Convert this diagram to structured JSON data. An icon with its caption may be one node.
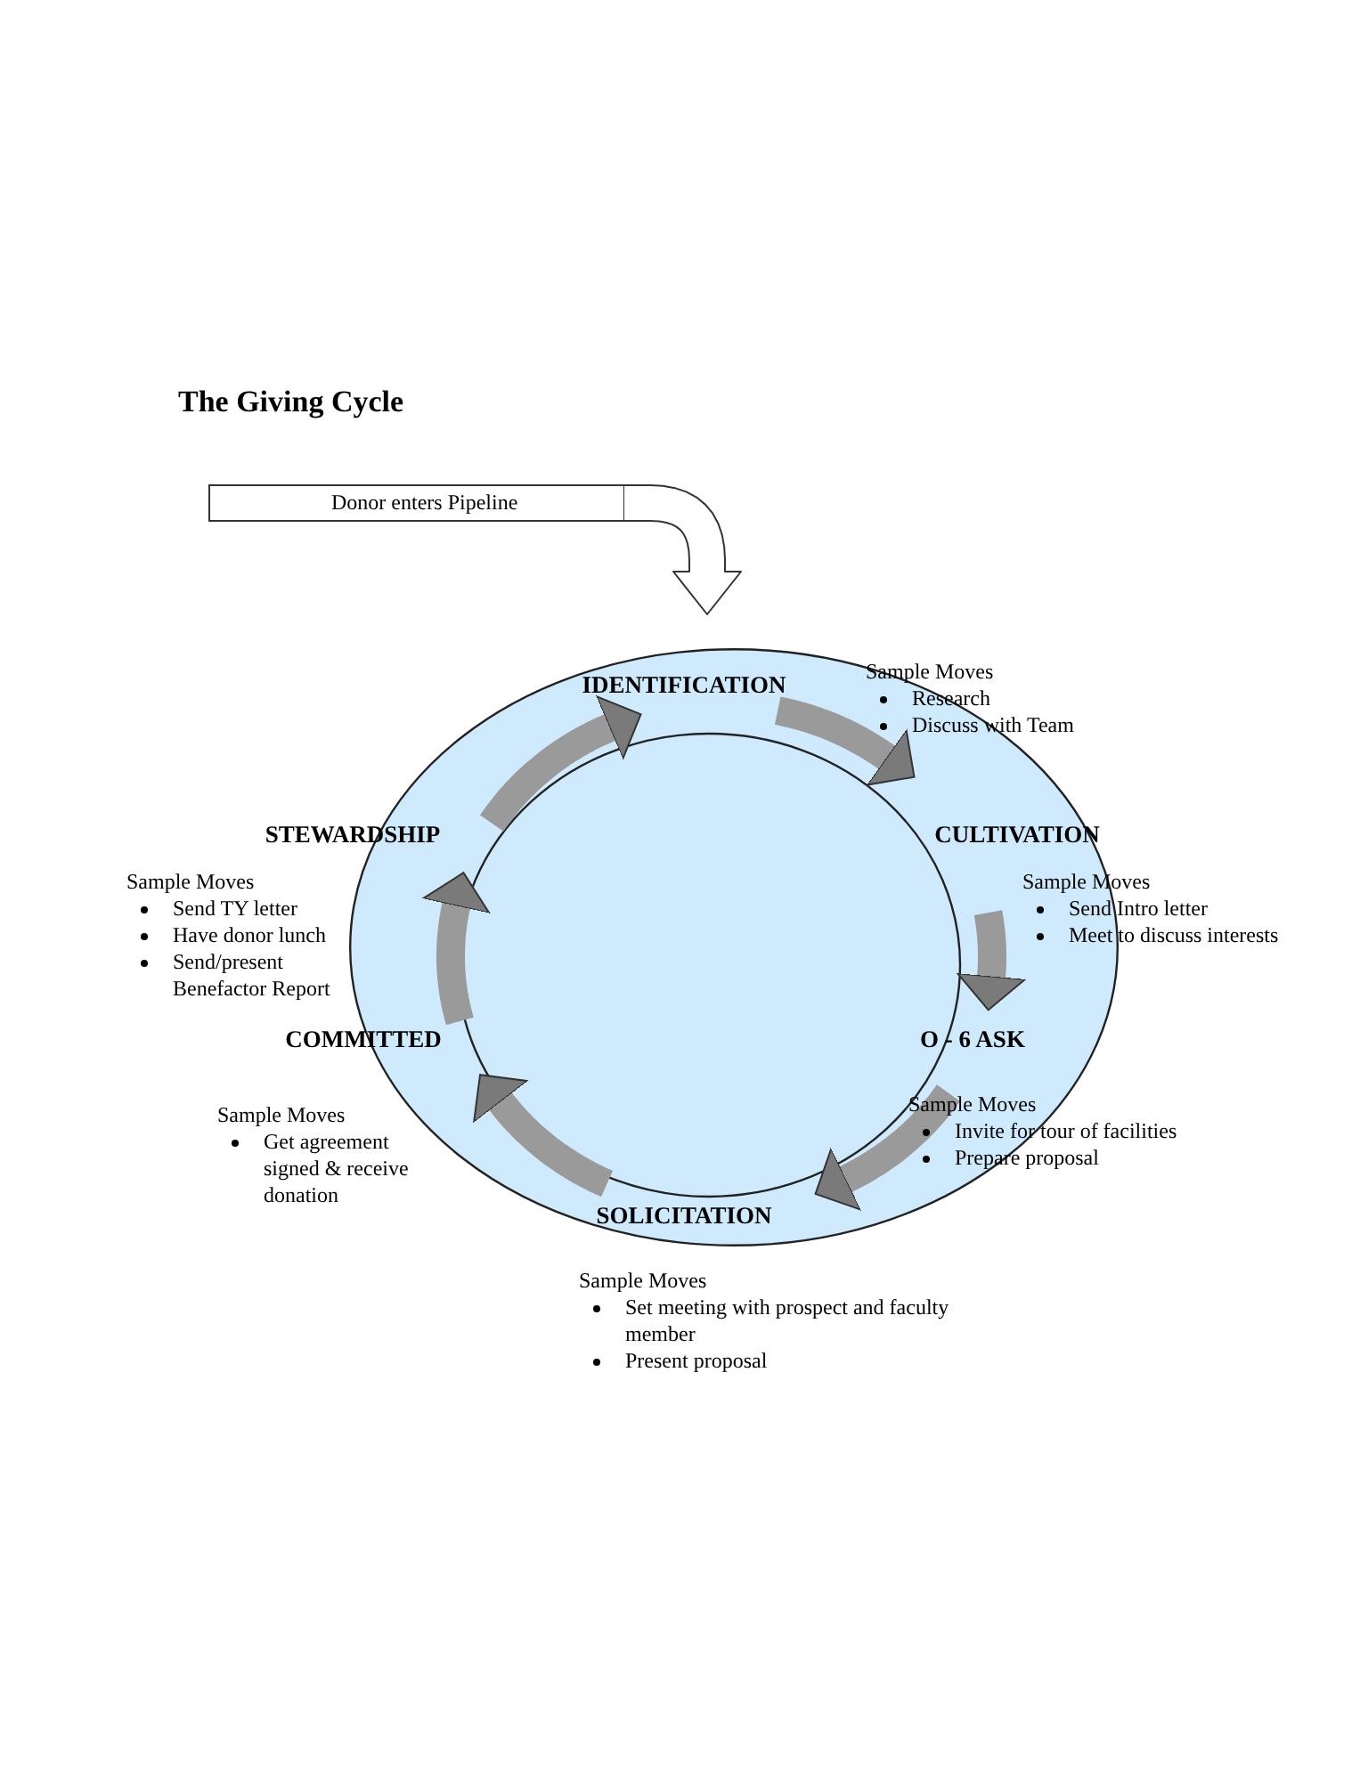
{
  "diagram": {
    "title": "The Giving Cycle",
    "nodes": [
      {
        "text": [
          "Donor enters  Pipeline"
        ]
      },
      {
        "text": [
          "IDENTIFICATION"
        ],
        "beside": [
          "Sample Moves",
          "Research",
          "Discuss with Team"
        ]
      },
      {
        "text": [
          "CULTIVATION"
        ],
        "beside": [
          "Sample Moves",
          "Send Intro letter",
          "Meet to discuss interests"
        ]
      },
      {
        "text": [
          "O - 6 ASK"
        ],
        "beside": [
          "Sample Moves",
          "Invite for tour of facilities",
          "Prepare proposal"
        ]
      },
      {
        "text": [
          "SOLICITATION"
        ],
        "beside": [
          "Sample Moves",
          "Set meeting with prospect and faculty member",
          "Present proposal"
        ]
      },
      {
        "text": [
          "COMMITTED"
        ],
        "beside": [
          "Sample Moves",
          "Get agreement signed & receive donation"
        ]
      },
      {
        "text": [
          "STEWARDSHIP"
        ],
        "beside": [
          "Sample Moves",
          "Send TY letter",
          "Have donor lunch",
          "Send/present Benefactor Report"
        ]
      }
    ],
    "edges": [
      {
        "from": 0,
        "to": 1,
        "arrow": "to",
        "color": "#ffffff"
      },
      {
        "from": 1,
        "to": 2,
        "arrow": "to"
      },
      {
        "from": 2,
        "to": 3,
        "arrow": "to"
      },
      {
        "from": 3,
        "to": 4,
        "arrow": "to"
      },
      {
        "from": 4,
        "to": 5,
        "arrow": "to"
      },
      {
        "from": 5,
        "to": 6,
        "arrow": "to"
      },
      {
        "from": 6,
        "to": 1,
        "arrow": "to"
      }
    ]
  }
}
